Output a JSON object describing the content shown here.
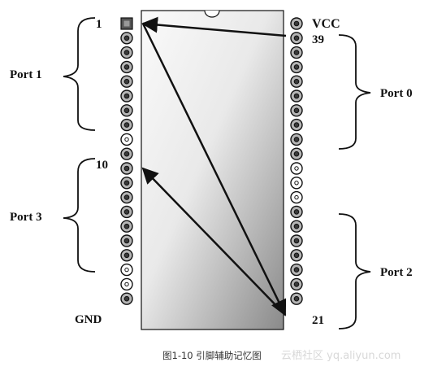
{
  "diagram": {
    "pin_labels": {
      "pin1": "1",
      "pin10": "10",
      "vcc": "VCC",
      "pin39": "39",
      "gnd": "GND",
      "pin21": "21"
    },
    "ports": {
      "port1": "Port 1",
      "port3": "Port 3",
      "port0": "Port 0",
      "port2": "Port 2"
    },
    "caption": "图1-10 引脚辅助记忆图",
    "watermark": "云栖社区 yq.aliyun.com",
    "pins": {
      "left": [
        "square",
        "dot",
        "dot",
        "dot",
        "dot",
        "dot",
        "dot",
        "dot",
        "hollow",
        "dot",
        "dot",
        "dot",
        "dot",
        "dot",
        "dot",
        "dot",
        "dot",
        "hollow",
        "hollow",
        "dot"
      ],
      "right": [
        "dot",
        "dot",
        "dot",
        "dot",
        "dot",
        "dot",
        "dot",
        "dot",
        "dot",
        "dot",
        "hollow",
        "hollow",
        "hollow",
        "dot",
        "dot",
        "dot",
        "dot",
        "dot",
        "dot",
        "dot"
      ]
    },
    "colors": {
      "chip_dark": "#8a8a8a",
      "chip_light": "#fafafa",
      "pin_fill": "#b5b5b5",
      "outline": "#111111"
    }
  }
}
